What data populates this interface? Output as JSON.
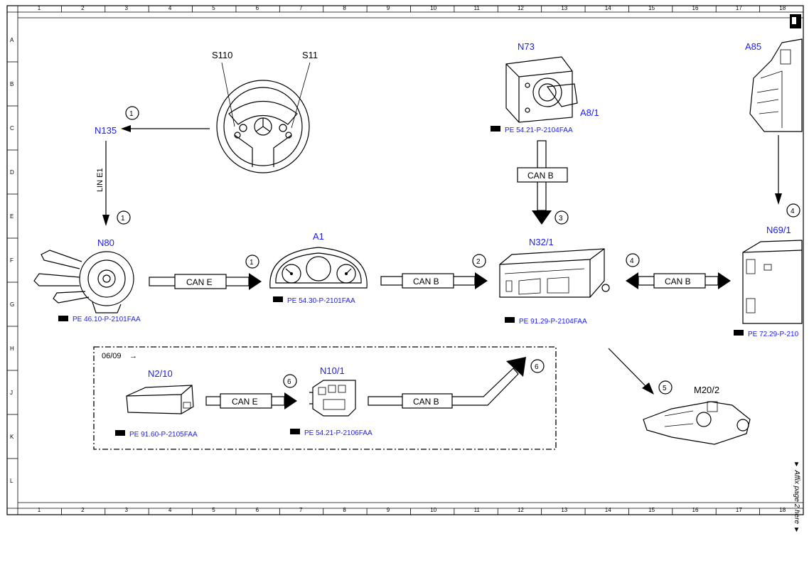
{
  "grid": {
    "columns": [
      "1",
      "2",
      "3",
      "4",
      "5",
      "6",
      "7",
      "8",
      "9",
      "10",
      "11",
      "12",
      "13",
      "14",
      "15",
      "16",
      "17",
      "18"
    ],
    "rows": [
      "A",
      "B",
      "C",
      "D",
      "E",
      "F",
      "G",
      "H",
      "J",
      "K",
      "L"
    ]
  },
  "components": {
    "N135": "N135",
    "S110": "S110",
    "S11": "S11",
    "N80": "N80",
    "A1": "A1",
    "N73": "N73",
    "A8_1": "A8/1",
    "N32_1": "N32/1",
    "A85": "A85",
    "N69_1": "N69/1",
    "N2_10": "N2/10",
    "N10_1": "N10/1",
    "M20_2": "M20/2"
  },
  "refs": {
    "n80": "PE 46.10-P-2101FAA",
    "a1": "PE 54.30-P-2101FAA",
    "n73": "PE 54.21-P-2104FAA",
    "n32": "PE 91.29-P-2104FAA",
    "n69": "PE 72.29-P-210",
    "n2_10": "PE 91.60-P-2105FAA",
    "n10_1": "PE 54.21-P-2106FAA"
  },
  "buses": {
    "lin_e1": "LIN E1",
    "can_e": "CAN E",
    "can_b": "CAN B"
  },
  "callouts": [
    "1",
    "2",
    "3",
    "4",
    "5",
    "6"
  ],
  "inset_date": "06/09",
  "inset_arrow": "→",
  "affix_note": "▼ Affix page 2 here ▼",
  "colors": {
    "label_blue": "#1a1aff",
    "line": "#000000"
  }
}
